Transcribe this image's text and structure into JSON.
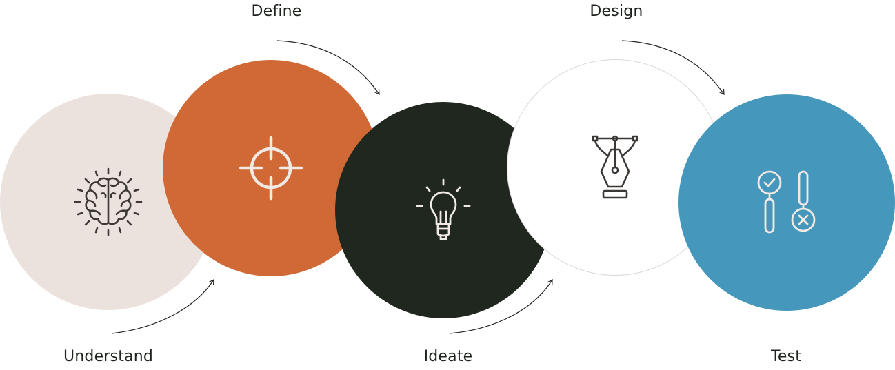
{
  "steps": [
    {
      "label": "Understand",
      "icon": "brain-icon",
      "color": "#ebe1dd"
    },
    {
      "label": "Define",
      "icon": "target-crosshair-icon",
      "color": "#d06936"
    },
    {
      "label": "Ideate",
      "icon": "lightbulb-icon",
      "color": "#1f271f"
    },
    {
      "label": "Design",
      "icon": "pen-tool-bezier-icon",
      "color": "#ffffff"
    },
    {
      "label": "Test",
      "icon": "magnifier-check-cross-icon",
      "color": "#4597bc"
    }
  ],
  "colors": {
    "label_text": "#1e241d",
    "arrow": "#1e241d",
    "icon_dark": "#3c3835",
    "icon_light": "#f1e9e3",
    "design_border": "#d9d9d9"
  }
}
